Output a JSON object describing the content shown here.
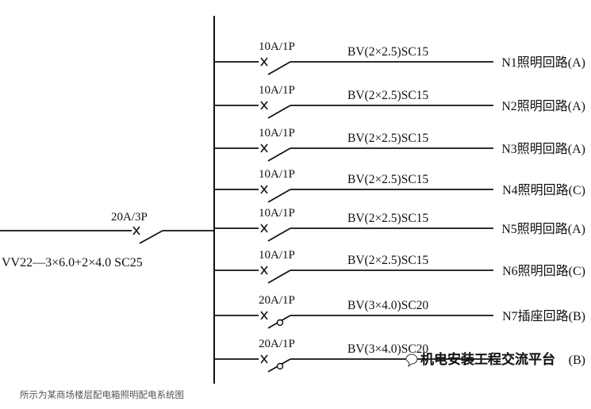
{
  "feeder": {
    "breaker": "20A/3P",
    "cable": "VV22—3×6.0+2×4.0 SC25"
  },
  "circuits": [
    {
      "breaker": "10A/1P",
      "cable": "BV(2×2.5)SC15",
      "name": "N1照明回路(A)",
      "symbol": "x"
    },
    {
      "breaker": "10A/1P",
      "cable": "BV(2×2.5)SC15",
      "name": "N2照明回路(A)",
      "symbol": "x"
    },
    {
      "breaker": "10A/1P",
      "cable": "BV(2×2.5)SC15",
      "name": "N3照明回路(A)",
      "symbol": "x"
    },
    {
      "breaker": "10A/1P",
      "cable": "BV(2×2.5)SC15",
      "name": "N4照明回路(C)",
      "symbol": "x"
    },
    {
      "breaker": "10A/1P",
      "cable": "BV(2×2.5)SC15",
      "name": "N5照明回路(A)",
      "symbol": "x"
    },
    {
      "breaker": "10A/1P",
      "cable": "BV(2×2.5)SC15",
      "name": "N6照明回路(C)",
      "symbol": "x"
    },
    {
      "breaker": "20A/1P",
      "cable": "BV(3×4.0)SC20",
      "name": "N7插座回路(B)",
      "symbol": "x-rcd"
    },
    {
      "breaker": "20A/1P",
      "cable": "BV(3×4.0)SC20",
      "name": "(B)",
      "symbol": "x-rcd"
    }
  ],
  "watermark": "机电安装工程交流平台",
  "caption": "所示为某商场楼层配电箱照明配电系统图"
}
